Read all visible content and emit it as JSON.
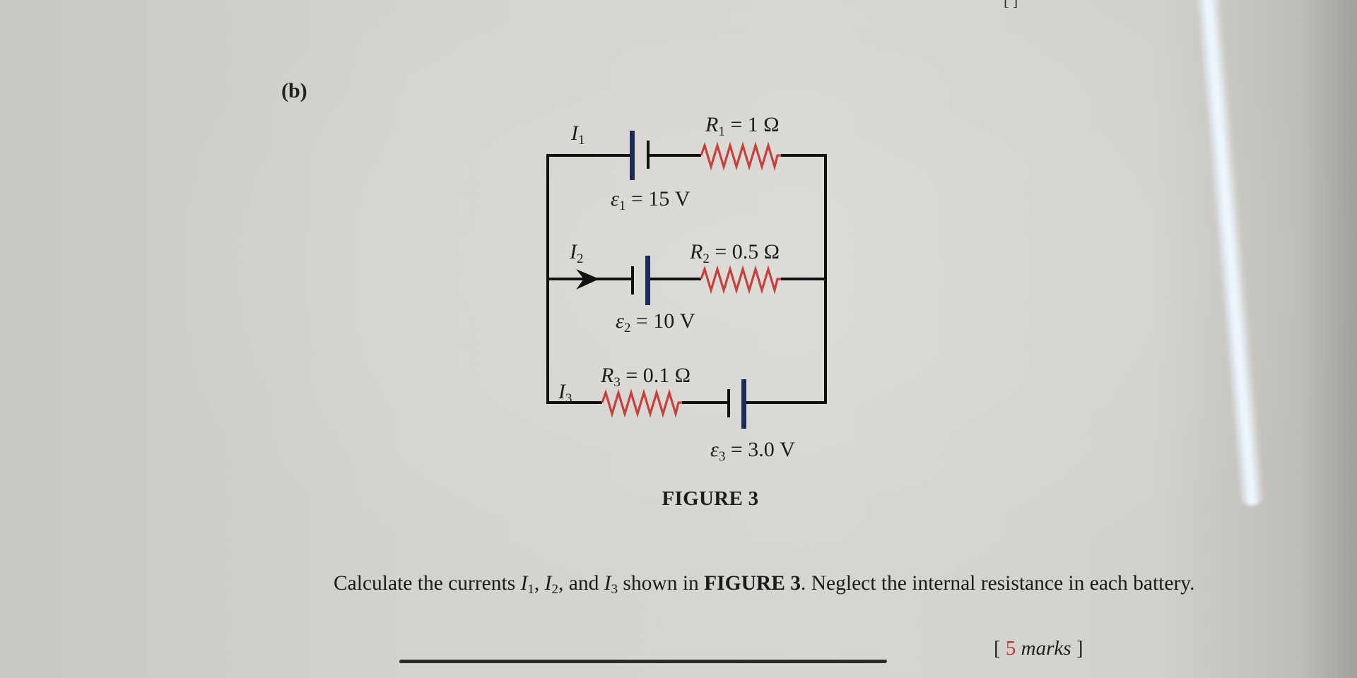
{
  "question_part": "(b)",
  "figure": {
    "caption": "FIGURE 3",
    "colors": {
      "wire": "#111111",
      "battery_long_plate": "#1d2a5a",
      "battery_short_plate": "#111111",
      "resistor": "#c8403c"
    },
    "branches": [
      {
        "current_label": "I",
        "current_sub": "1",
        "resistor_label": "R",
        "resistor_sub": "1",
        "resistor_value": "= 1 Ω",
        "emf_label": "ε",
        "emf_sub": "1",
        "emf_value": "= 15 V",
        "has_arrow": false
      },
      {
        "current_label": "I",
        "current_sub": "2",
        "resistor_label": "R",
        "resistor_sub": "2",
        "resistor_value": "= 0.5 Ω",
        "emf_label": "ε",
        "emf_sub": "2",
        "emf_value": "= 10 V",
        "has_arrow": true
      },
      {
        "current_label": "I",
        "current_sub": "3",
        "resistor_label": "R",
        "resistor_sub": "3",
        "resistor_value": "= 0.1 Ω",
        "emf_label": "ε",
        "emf_sub": "3",
        "emf_value": "= 3.0 V",
        "has_arrow": false
      }
    ]
  },
  "question": {
    "p1": "Calculate the currents ",
    "i": "I",
    "s1": "1",
    "sep1": ", ",
    "s2": "2",
    "sep2": ", and ",
    "s3": "3",
    "p2": " shown in ",
    "bold_ref": "FIGURE 3",
    "p3": ". Neglect the internal resistance in each battery."
  },
  "marks": {
    "open": "[ ",
    "count": "5",
    "label": " marks",
    "close": " ]"
  },
  "top_bracket": "[                     ]"
}
